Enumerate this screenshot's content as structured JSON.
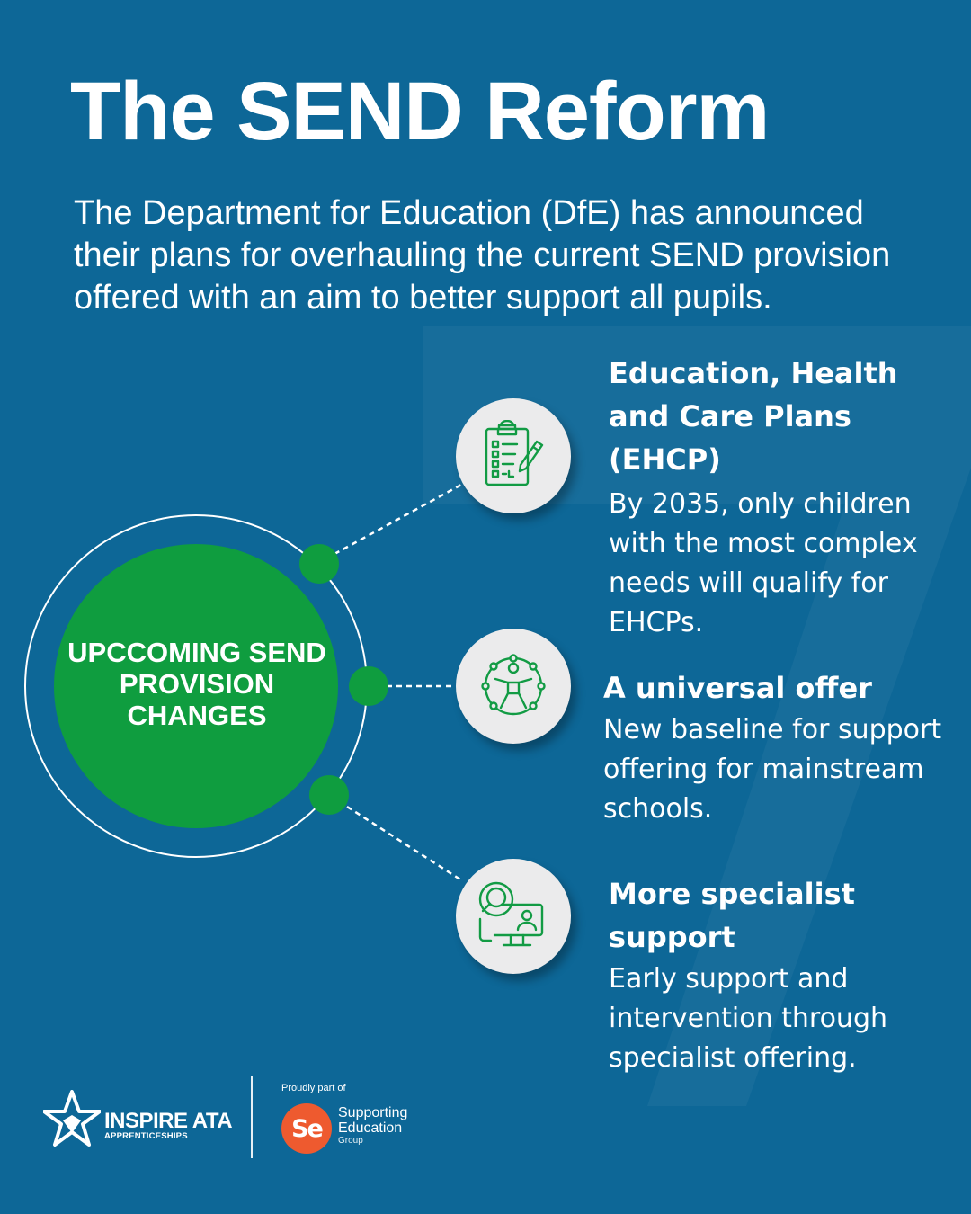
{
  "colors": {
    "background": "#0d6797",
    "accent_green": "#0f9d3f",
    "icon_green": "#129b44",
    "icon_circle": "#ebebec",
    "se_orange": "#ee5a2f"
  },
  "header": {
    "title": "The SEND Reform",
    "intro": "The Department for Education (DfE) has announced their plans for overhauling the current SEND provision offered with an aim to better support all pupils."
  },
  "diagram": {
    "center_label": "UPCCOMING SEND PROVISION CHANGES",
    "items": [
      {
        "icon": "clipboard-checklist-icon",
        "title": "Education, Health and Care Plans (EHCP)",
        "description": "By 2035, only children with the most complex needs will qualify for EHCPs."
      },
      {
        "icon": "universal-access-icon",
        "title": "A universal offer",
        "description": "New baseline for support offering for mainstream schools."
      },
      {
        "icon": "specialist-monitor-icon",
        "title": "More specialist support",
        "description": "Early support and intervention through specialist offering."
      }
    ]
  },
  "footer": {
    "inspire_name": "INSPIRE ATA",
    "inspire_sub": "APPRENTICESHIPS",
    "proudly": "Proudly part of",
    "se_initials": "Se",
    "se_line1": "Supporting",
    "se_line2": "Education",
    "se_line3": "Group"
  }
}
